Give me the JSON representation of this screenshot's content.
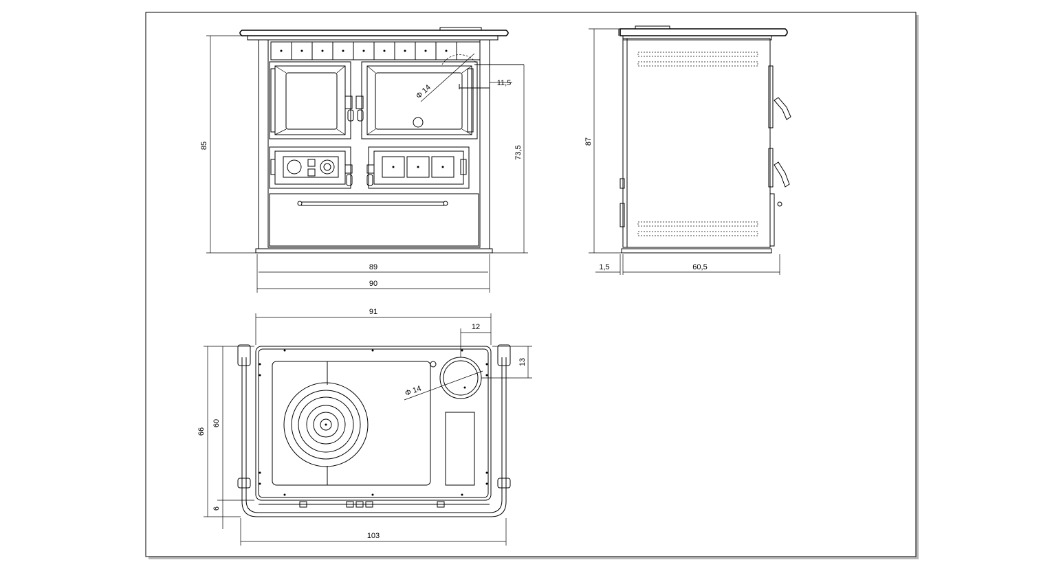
{
  "front_view": {
    "height_total": "85",
    "height_oven": "73,5",
    "offset_flue": "11,5",
    "flue_diameter": "Φ 14",
    "width_inner": "89",
    "width_outer": "90"
  },
  "side_view": {
    "height_total": "87",
    "depth_offset": "1,5",
    "depth": "60,5"
  },
  "top_view": {
    "width_top": "91",
    "flue_offset_x": "12",
    "flue_offset_y": "13",
    "flue_diameter": "Φ 14",
    "depth_total": "66",
    "depth_top": "60",
    "depth_rail": "6",
    "width_rail": "103"
  }
}
